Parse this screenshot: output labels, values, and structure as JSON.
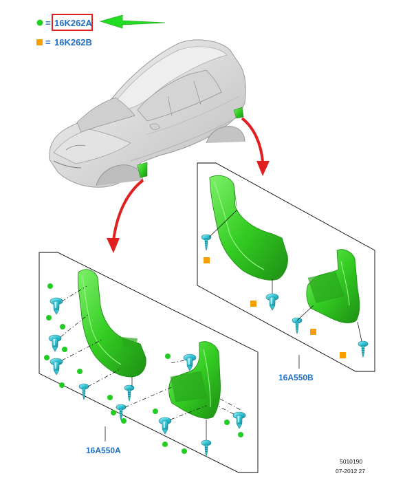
{
  "legend": {
    "items": [
      {
        "marker": "circle",
        "color": "#22cc22",
        "eq": "=",
        "code": "16K262A",
        "highlighted": true
      },
      {
        "marker": "square",
        "color": "#f5a000",
        "eq": "=",
        "code": "16K262B",
        "highlighted": false
      }
    ],
    "highlight_color": "#e02020",
    "arrow_color": "#22dd22"
  },
  "callouts": {
    "front_kit": "16A550A",
    "rear_kit": "16A550B"
  },
  "footer": {
    "ref": "5010190",
    "date": "07-2012 27"
  },
  "colors": {
    "part_green": "#33cc22",
    "fastener_cyan": "#33c6d6",
    "indicator_arrow": "#e02020",
    "label_blue": "#1f6fc5"
  },
  "icons": [
    "car-body-illustration",
    "mud-flap",
    "push-pin-fastener",
    "screw-fastener",
    "callout-arrow"
  ]
}
